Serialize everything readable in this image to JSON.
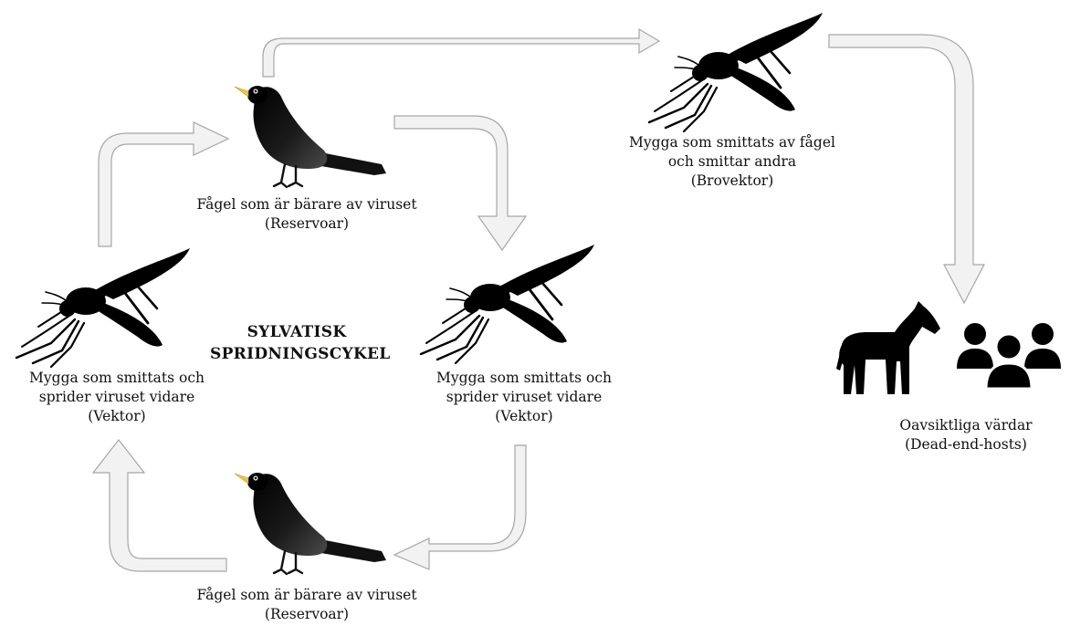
{
  "title": {
    "line1": "SYLVATISK",
    "line2": "SPRIDNINGSCYKEL"
  },
  "nodes": {
    "bird_top": {
      "line1": "Fågel som är bärare av viruset",
      "line2": "(Reservoar)"
    },
    "bird_bottom": {
      "line1": "Fågel som är bärare av viruset",
      "line2": "(Reservoar)"
    },
    "mosq_left": {
      "line1": "Mygga som smittats och",
      "line2": "sprider viruset vidare",
      "line3": "(Vektor)"
    },
    "mosq_right": {
      "line1": "Mygga som smittats och",
      "line2": "sprider viruset vidare",
      "line3": "(Vektor)"
    },
    "bridge": {
      "line1": "Mygga som smittats av fågel",
      "line2": "och smittar andra",
      "line3": "(Brovektor)"
    },
    "hosts": {
      "line1": "Oavsiktliga värdar",
      "line2": "(Dead-end-hosts)"
    }
  },
  "colors": {
    "arrow_fill": "#f2f2f2",
    "arrow_stroke": "#a6a6a6",
    "silhouette": "#000000",
    "beak": "#e8c84a"
  },
  "icons": [
    "bird-icon",
    "mosquito-icon",
    "horse-icon",
    "people-icon"
  ]
}
